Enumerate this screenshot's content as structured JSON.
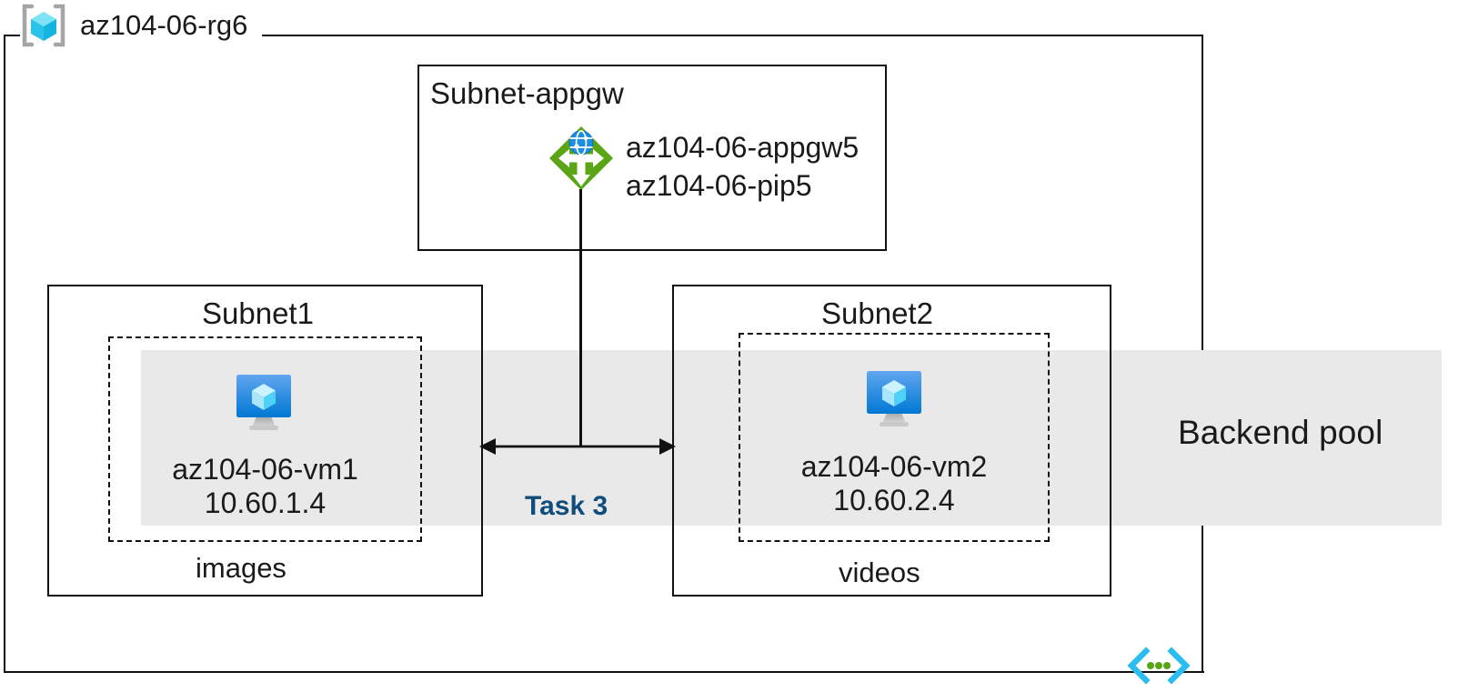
{
  "diagram": {
    "type": "azure-architecture",
    "title": "az104-06-rg6 Application Gateway topology"
  },
  "resource_group": {
    "name": "az104-06-rg6",
    "icon": "resource-group-icon",
    "icon_color": "#35c1f1",
    "border_color": "#111111"
  },
  "subnets": [
    {
      "id": "subnet-appgw",
      "title": "Subnet-appgw",
      "resources": [
        {
          "name": "az104-06-appgw5",
          "icon": "application-gateway-icon",
          "icon_color": "#5aa515"
        },
        {
          "name": "az104-06-pip5",
          "icon": "public-ip-icon"
        }
      ]
    },
    {
      "id": "subnet1",
      "title": "Subnet1",
      "vm": {
        "name": "az104-06-vm1",
        "ip": "10.60.1.4",
        "icon": "virtual-machine-icon"
      },
      "under_label": "images"
    },
    {
      "id": "subnet2",
      "title": "Subnet2",
      "vm": {
        "name": "az104-06-vm2",
        "ip": "10.60.2.4",
        "icon": "virtual-machine-icon"
      },
      "under_label": "videos"
    }
  ],
  "backend_pool": {
    "label": "Backend pool",
    "band_color": "#e9e9e9"
  },
  "annotations": [
    {
      "id": "task-3",
      "label": "Task 3",
      "color": "#104d7d"
    }
  ],
  "footer_icon": {
    "name": "code-brackets-icon",
    "bracket_color": "#2bbdf0",
    "dot_color": "#5aa515"
  }
}
